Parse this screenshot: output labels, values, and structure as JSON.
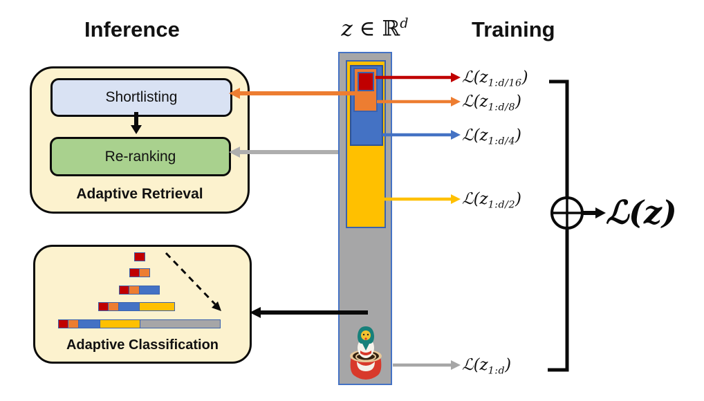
{
  "titles": {
    "inference": "Inference",
    "training": "Training"
  },
  "embedding_header": {
    "variable": "z",
    "operator": "∈",
    "set": "ℝ",
    "dimension": "d"
  },
  "adaptive_retrieval": {
    "shortlisting_label": "Shortlisting",
    "reranking_label": "Re-ranking",
    "caption": "Adaptive Retrieval"
  },
  "adaptive_classification": {
    "caption": "Adaptive Classification"
  },
  "losses": [
    {
      "head": "ℒ(z",
      "sub": "1:d/16",
      "tail": ")",
      "arrow_color": "#C00000"
    },
    {
      "head": "ℒ(z",
      "sub": "1:d/8",
      "tail": ")",
      "arrow_color": "#ED7D31"
    },
    {
      "head": "ℒ(z",
      "sub": "1:d/4",
      "tail": ")",
      "arrow_color": "#4472C4"
    },
    {
      "head": "ℒ(z",
      "sub": "1:d/2",
      "tail": ")",
      "arrow_color": "#FFC000"
    },
    {
      "head": "ℒ(z",
      "sub": "1:d",
      "tail": ")",
      "arrow_color": "#A6A6A6"
    }
  ],
  "aggregate_loss": {
    "head": "ℒ(z",
    "tail": ")",
    "operator": "⊕"
  },
  "palette": {
    "red": "#C00000",
    "orange": "#ED7D31",
    "blue": "#4472C4",
    "gold": "#FFC000",
    "gray": "#A6A6A7",
    "green": "#A9D18E",
    "light_blue": "#D9E2F3",
    "cream": "#FCF2CE",
    "outline_blue": "#3A62AE"
  },
  "icons": {
    "matryoshka": "matryoshka-doll-icon",
    "circled_plus": "oplus-icon"
  }
}
